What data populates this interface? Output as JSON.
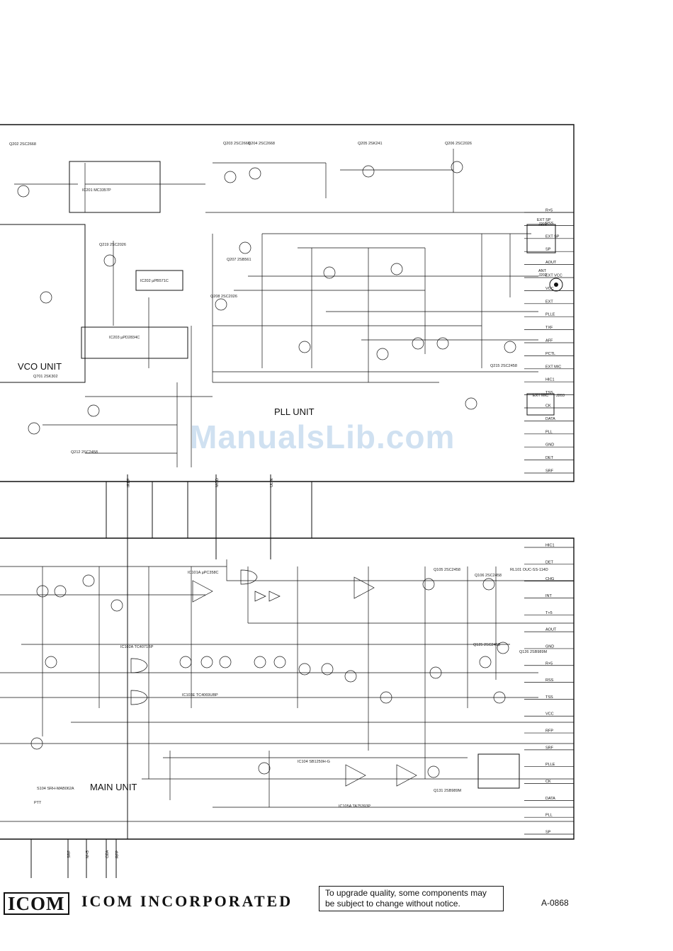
{
  "units": {
    "vco": "VCO UNIT",
    "pll": "PLL UNIT",
    "main": "MAIN UNIT"
  },
  "watermark": "ManualsLib.com",
  "footer": {
    "logo": "ICOM",
    "company": "ICOM INCORPORATED",
    "notice_line1": "To upgrade quality, some components may",
    "notice_line2": "be subject to change without notice.",
    "doc_number": "A-0868"
  },
  "components": {
    "ic201": "IC201 MC3357P",
    "ic202": "IC202 µPB571C",
    "ic203": "IC203 µPD2834C",
    "q202": "Q202 2SC2668",
    "q203": "Q203 2SC2668",
    "q204": "Q204 2SC2668",
    "q205": "Q205 2SK241",
    "q206": "Q206 2SC2026",
    "q219": "Q219 2SC2026",
    "q207": "Q207 2SB561",
    "q208": "Q208 2SC2026",
    "q212": "Q212 2SC2458",
    "q215": "Q215 2SC2458",
    "q701": "Q701 2SK302",
    "ic101": "IC101A µPC358C",
    "ic102": "IC102A TC4071BP",
    "ic103": "IC103E TC4069UBP",
    "ic104": "IC104 SB1250H-G",
    "ic105": "IC105A TA75393P",
    "rl101": "RL101 OUC-SS-114D",
    "q105": "Q105 2SC2458",
    "q106": "Q106 2SC2458",
    "q125": "Q125 2SC2458",
    "q126": "Q126 2SB989M",
    "q131": "Q131 2SB989M",
    "s104": "S104 SRH-MAB062A",
    "ptt": "PTT"
  },
  "connectors": {
    "j201": [
      "EXT SP",
      "J201"
    ],
    "j202": [
      "ANT",
      "J202"
    ],
    "j203": [
      "EXT MIC",
      "J203"
    ]
  },
  "bus_pll": [
    "R+5",
    "RSS",
    "EXT SP",
    "SP",
    "AOUT",
    "EXT VCC",
    "VCC",
    "EXT",
    "PLLE",
    "TXF",
    "AFF",
    "PCTL",
    "EXT MIC",
    "HIC1",
    "TSS",
    "CK",
    "DATA",
    "PLL",
    "GND",
    "DET",
    "SRF"
  ],
  "bus_main": [
    "HIC1",
    "DET",
    "CHG",
    "INT",
    "T+5",
    "AOUT",
    "GND",
    "R+5",
    "RSS",
    "TSS",
    "VCC",
    "RFP",
    "SRF",
    "PLLE",
    "CK",
    "DATA",
    "PLL",
    "SP"
  ],
  "vertical_nets": [
    "IREF",
    "MOD",
    "ULIN"
  ],
  "bottom_nets": [
    "SRF",
    "M+5",
    "CEA",
    "RFP"
  ]
}
